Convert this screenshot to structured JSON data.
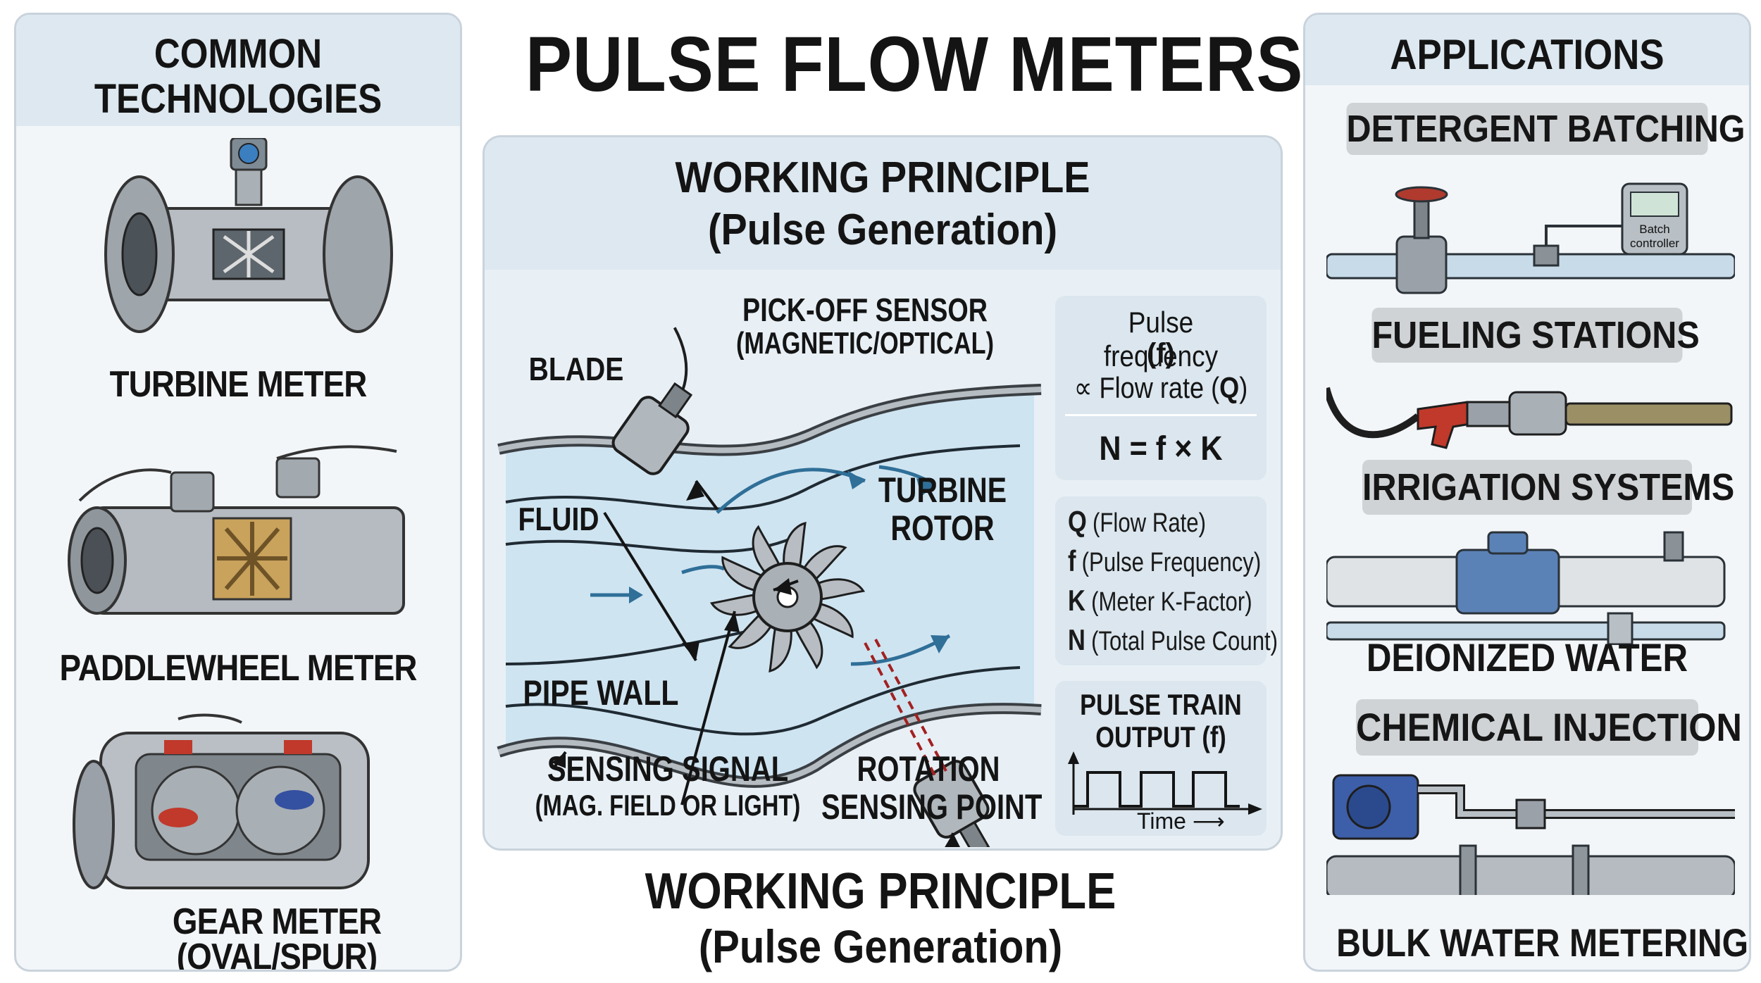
{
  "title": "PULSE FLOW METERS",
  "left": {
    "heading_line1": "COMMON",
    "heading_line2": "TECHNOLOGIES",
    "technologies": [
      {
        "label": "TURBINE METER"
      },
      {
        "label": "PADDLEWHEEL METER"
      },
      {
        "label": "GEAR METER",
        "sublabel": "(OVAL/SPUR)"
      }
    ]
  },
  "center": {
    "heading_line1": "WORKING PRINCIPLE",
    "heading_line2": "(Pulse Generation)",
    "labels": {
      "pickoff_line1": "PICK-OFF SENSOR",
      "pickoff_line2": "(MAGNETIC/OPTICAL)",
      "blade": "BLADE",
      "fluid": "FLUID",
      "rotor_line1": "TURBINE",
      "rotor_line2": "ROTOR",
      "pipe_wall": "PIPE WALL",
      "sensing_line1": "SENSING SIGNAL",
      "sensing_line2": "(MAG. FIELD OR LIGHT)",
      "rotation_line1": "ROTATION",
      "rotation_line2": "SENSING POINT"
    },
    "formula": {
      "line1": "Pulse frequency",
      "line2": "(f)",
      "line3_prefix": "∝ Flow rate (",
      "line3_var": "Q",
      "line3_suffix": ")",
      "equation": "N = f × K"
    },
    "variables": [
      {
        "symbol": "Q",
        "desc": "(Flow Rate)"
      },
      {
        "symbol": "f",
        "desc": "(Pulse Frequency)"
      },
      {
        "symbol": "K",
        "desc": "(Meter K-Factor)"
      },
      {
        "symbol": "N",
        "desc": "(Total Pulse Count)"
      }
    ],
    "pulse_train": {
      "line1": "PULSE TRAIN",
      "line2": "OUTPUT (f)",
      "axis": "Time"
    },
    "footer_line1": "WORKING PRINCIPLE",
    "footer_line2": "(Pulse Generation)"
  },
  "right": {
    "heading": "APPLICATIONS",
    "detergent": "DETERGENT BATCHING",
    "batch_controller_line1": "Batch",
    "batch_controller_line2": "controller",
    "fueling": "FUELING STATIONS",
    "irrigation": "IRRIGATION SYSTEMS",
    "deionized": "DEIONIZED WATER",
    "chemical": "CHEMICAL INJECTION",
    "bulk": "BULK WATER METERING"
  },
  "colors": {
    "panel_bg": "#f3f6f9",
    "panel_head": "#dde8f0",
    "fluid_blue": "#cfe4f1",
    "flow_arrow": "#2f6f98",
    "metal": "#9aa1a8",
    "accent_red": "#c0392b"
  }
}
